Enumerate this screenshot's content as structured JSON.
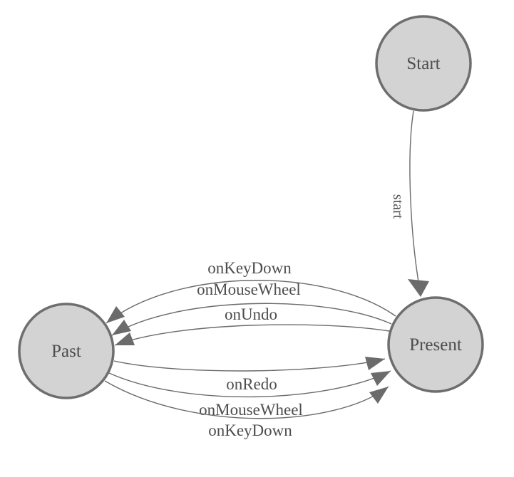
{
  "diagram": {
    "type": "state-machine",
    "background": "#ffffff",
    "colors": {
      "node_fill": "#d3d3d3",
      "node_border": "#6e6e6e",
      "edge": "#6b6b6b",
      "arrowhead": "#6b6b6b",
      "label": "#4d4d4d"
    },
    "nodes": [
      {
        "id": "start",
        "label": "Start"
      },
      {
        "id": "present",
        "label": "Present"
      },
      {
        "id": "past",
        "label": "Past"
      }
    ],
    "edges": [
      {
        "from": "Start",
        "to": "Present",
        "label": "start"
      },
      {
        "from": "Present",
        "to": "Past",
        "label": "onKeyDown"
      },
      {
        "from": "Present",
        "to": "Past",
        "label": "onMouseWheel"
      },
      {
        "from": "Present",
        "to": "Past",
        "label": "onUndo"
      },
      {
        "from": "Past",
        "to": "Present",
        "label": "onRedo"
      },
      {
        "from": "Past",
        "to": "Present",
        "label": "onMouseWheel"
      },
      {
        "from": "Past",
        "to": "Present",
        "label": "onKeyDown"
      }
    ]
  }
}
